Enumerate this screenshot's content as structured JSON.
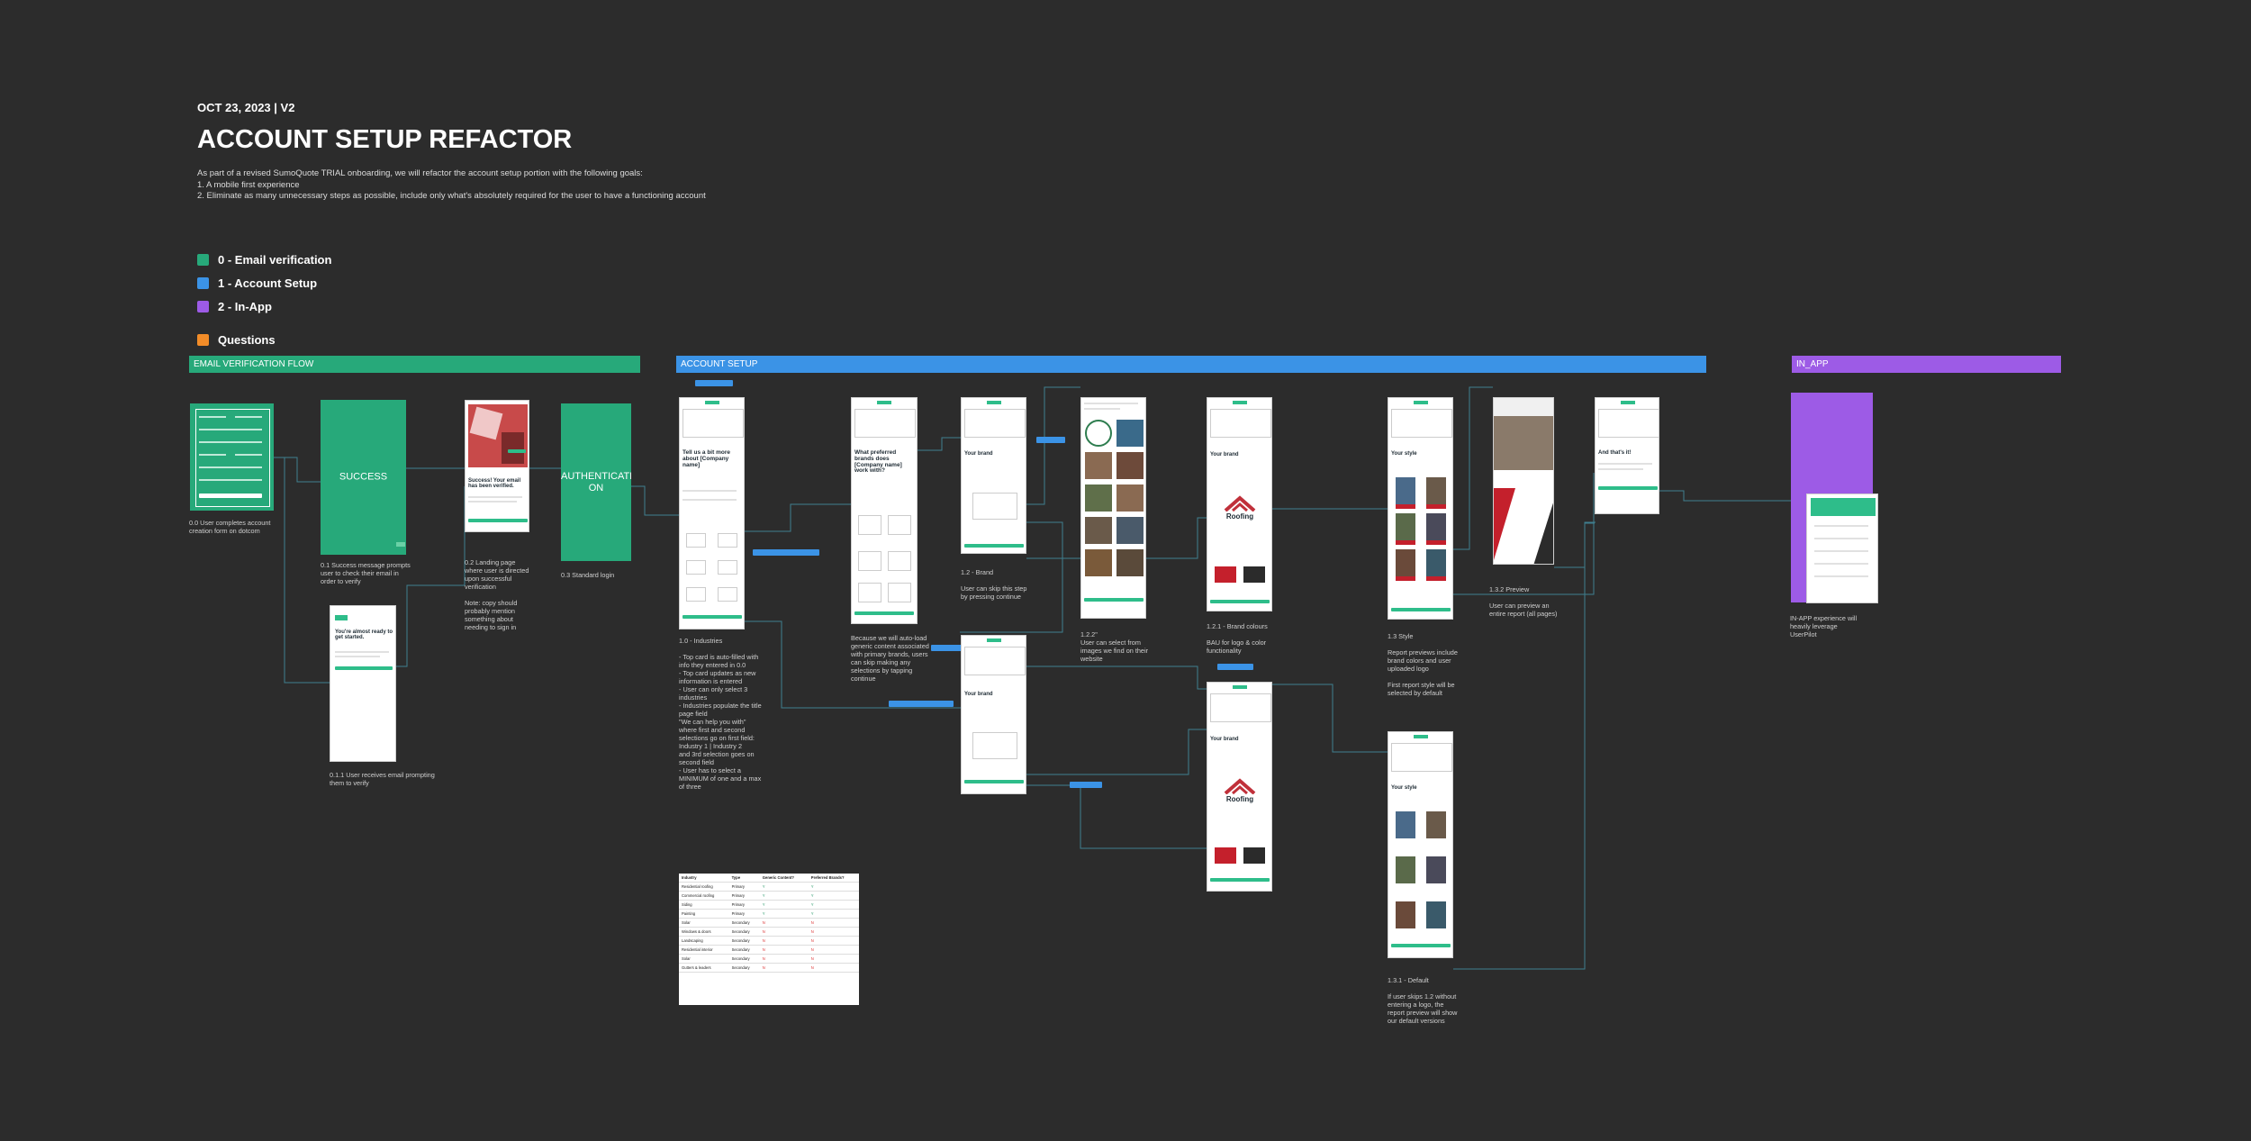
{
  "header": {
    "date": "OCT 23, 2023 | V2",
    "title": "ACCOUNT SETUP REFACTOR",
    "intro": [
      "As part of a revised SumoQuote TRIAL onboarding, we will refactor the account setup portion with the following goals:",
      "1. A mobile first experience",
      "2. Eliminate as many unnecessary steps as possible, include only what's absolutely required for the user to have a functioning account"
    ]
  },
  "legend": {
    "items": [
      {
        "label": "0 - Email verification",
        "color": "#27a97a"
      },
      {
        "label": "1 - Account Setup",
        "color": "#3b93e6"
      },
      {
        "label": "2 - In-App",
        "color": "#9d5be6"
      }
    ],
    "questions": {
      "label": "Questions",
      "color": "#f28c28"
    }
  },
  "sections": {
    "email": {
      "label": "EMAIL VERIFICATION FLOW",
      "color": "#27a97a"
    },
    "setup": {
      "label": "ACCOUNT SETUP",
      "color": "#3b93e6"
    },
    "inapp": {
      "label": "IN_APP",
      "color": "#9d5be6"
    }
  },
  "email_flow": {
    "success_label": "SUCCESS",
    "auth_label": "AUTHENTICATI\nON",
    "verified_heading": "Success! Your email has been verified.",
    "almost_heading": "You're almost ready to get started.",
    "captions": {
      "c00": "0.0 User completes account creation form on dotcom",
      "c01": "0.1 Success message prompts user to check their email in order to verify",
      "c011": "0.1.1 User receives email prompting them to verify",
      "c02": "0.2 Landing page where user is directed upon successful verification\n\nNote: copy should probably mention something about needing to sign in",
      "c03": "0.3 Standard login"
    }
  },
  "setup_flow": {
    "headings": {
      "industries": "Tell us a bit more about [Company name]",
      "brands": "What preferred brands does [Company name] work with?",
      "brand": "Your brand",
      "style": "Your style",
      "done": "And that's it!",
      "roofing": "Roofing"
    },
    "captions": {
      "c10": "1.0 - Industries\n\n- Top card is auto-filled with info they entered in 0.0\n- Top card updates as new information is entered\n- User can only select 3 industries\n- Industries populate the title page field\n\"We can help you with\" where first and second selections go on first field: Industry 1 | Industry 2\nand 3rd selection goes on second field\n- User has to select a MINIMUM of one and a max of three",
      "c11": "Because we will auto-load generic content associated with primary brands, users can skip making any selections by tapping continue",
      "c12": "1.2 - Brand\n\nUser can skip this step by pressing continue",
      "c122": "1.2.2\"\nUser can select from images we find on their website",
      "c121": "1.2.1 - Brand colours\n\nBAU for logo & color functionality",
      "c13": "1.3 Style\n\nReport previews include brand colors and user uploaded logo\n\nFirst report style will be selected by default",
      "c131": "1.3.1 - Default\n\nIf user skips 1.2 without entering a logo, the report preview will show our default versions",
      "c132": "1.3.2 Preview\n\nUser can preview an entire report (all pages)"
    }
  },
  "inapp_flow": {
    "caption": "IN-APP experience will heavily leverage UserPilot"
  },
  "industry_table": {
    "headers": [
      "Industry",
      "Type",
      "Generic Content?",
      "Preferred Brands?"
    ],
    "rows": [
      [
        "Residential roofing",
        "Primary",
        "Y",
        "Y"
      ],
      [
        "Commercial roofing",
        "Primary",
        "Y",
        "Y"
      ],
      [
        "Siding",
        "Primary",
        "Y",
        "Y"
      ],
      [
        "Painting",
        "Primary",
        "Y",
        "Y"
      ],
      [
        "Solar",
        "Secondary",
        "N",
        "N"
      ],
      [
        "Windows & doors",
        "Secondary",
        "N",
        "N"
      ],
      [
        "Landscaping",
        "Secondary",
        "N",
        "N"
      ],
      [
        "Residential interior",
        "Secondary",
        "N",
        "N"
      ],
      [
        "Solar",
        "Secondary",
        "N",
        "N"
      ],
      [
        "Gutters & leaders",
        "Secondary",
        "N",
        "N"
      ]
    ]
  }
}
